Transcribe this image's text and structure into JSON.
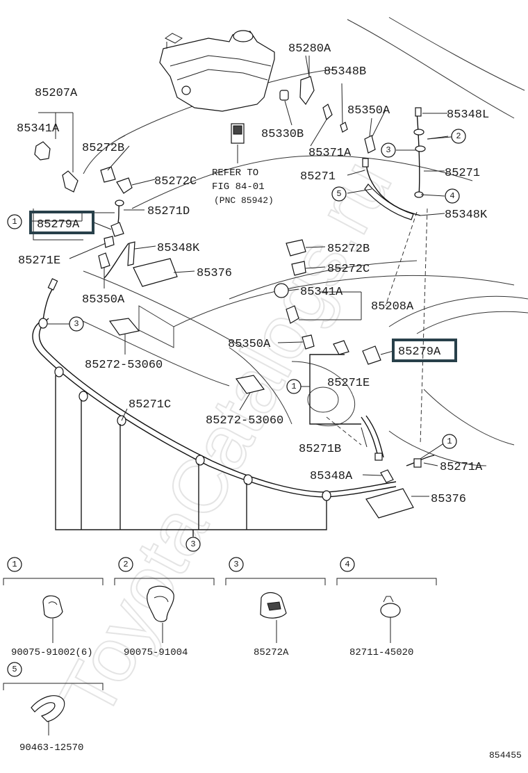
{
  "watermark": "ToyotaCatalogs.ru",
  "figure_id": "854455",
  "refer_note": {
    "line1": "REFER TO",
    "line2": "FIG 84-01",
    "line3": "(PNC 85942)"
  },
  "callouts": {
    "c85280A": "85280A",
    "c85348B": "85348B",
    "c85207A": "85207A",
    "c85330B": "85330B",
    "c85350A_top": "85350A",
    "c85348L": "85348L",
    "c85341A_left": "85341A",
    "c85371A": "85371A",
    "c85272B_left": "85272B",
    "c85271_right": "85271",
    "c85271_mid": "85271",
    "c85272C_left": "85272C",
    "c85271D": "85271D",
    "c85348K_right": "85348K",
    "c85279A_left": "85279A",
    "c85271E_left": "85271E",
    "c85348K_left": "85348K",
    "c85272B_mid": "85272B",
    "c85376_top": "85376",
    "c85272C_mid": "85272C",
    "c85350A_left": "85350A",
    "c85341A_mid": "85341A",
    "c85208A": "85208A",
    "c85350A_mid": "85350A",
    "c85279A_right": "85279A",
    "c85272_53060_a": "85272-53060",
    "c85271E_mid": "85271E",
    "c85271C": "85271C",
    "c85272_53060_b": "85272-53060",
    "c85271B": "85271B",
    "c85271A": "85271A",
    "c85348A": "85348A",
    "c85376_bottom": "85376"
  },
  "markers": [
    "1",
    "2",
    "3",
    "4",
    "5"
  ],
  "legend": [
    {
      "marker": "1",
      "part": "90075-91002(6)"
    },
    {
      "marker": "2",
      "part": "90075-91004"
    },
    {
      "marker": "3",
      "part": "85272A"
    },
    {
      "marker": "4",
      "part": "82711-45020"
    },
    {
      "marker": "5",
      "part": "90463-12570"
    }
  ]
}
